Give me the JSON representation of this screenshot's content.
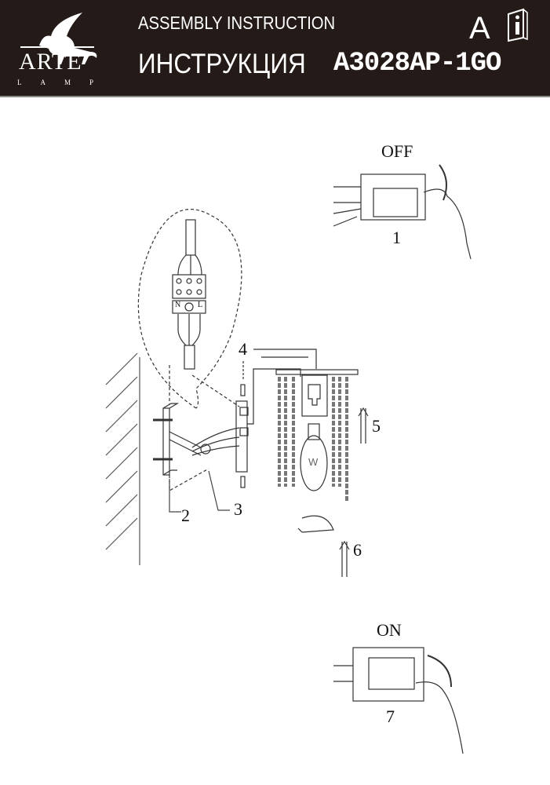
{
  "header": {
    "brand": "ARTE",
    "brand_sub": "LAMP",
    "title_en": "ASSEMBLY INSTRUCTION",
    "title_ru": "ИНСТРУКЦИЯ",
    "model": "A3028AP-1GO",
    "language_letter": "A"
  },
  "steps": {
    "off_label": "OFF",
    "on_label": "ON",
    "s1": "1",
    "s2": "2",
    "s3": "3",
    "s4": "4",
    "s5": "5",
    "s6": "6",
    "s7": "7"
  },
  "terminal": {
    "neutral": "N",
    "live": "L"
  },
  "bulb_label": "W"
}
